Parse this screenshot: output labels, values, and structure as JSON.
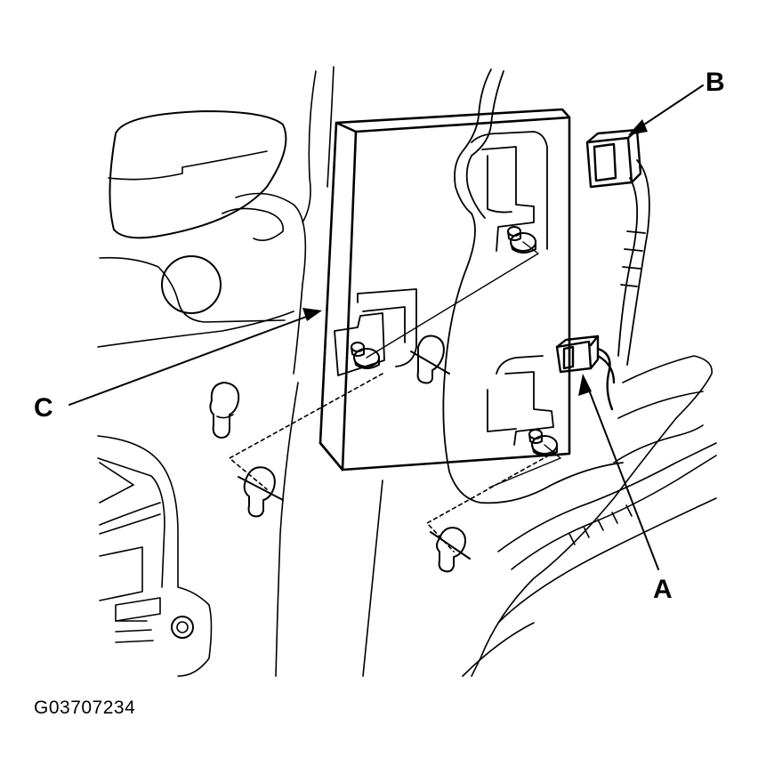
{
  "callouts": {
    "a": "A",
    "b": "B",
    "c": "C"
  },
  "figure_id": "G03707234",
  "colors": {
    "ink": "#000000",
    "background": "#ffffff"
  }
}
